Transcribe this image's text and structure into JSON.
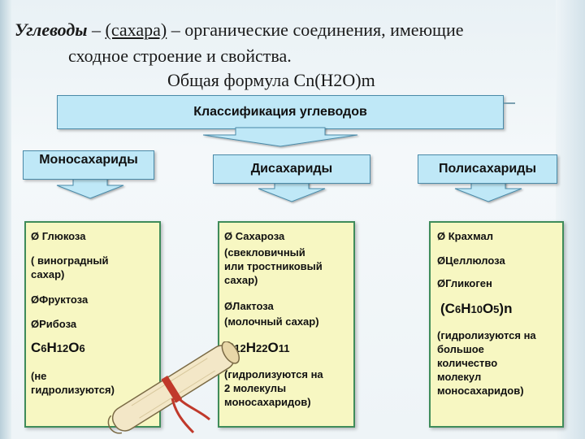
{
  "title": {
    "term": "Углеводы",
    "dash1": " – ",
    "paren": "(сахара)",
    "rest": " – органические соединения, имеющие",
    "line2": "сходное строение и свойства.",
    "line3": "Общая формула Cn(H2O)m"
  },
  "classification": {
    "label": "Классификация углеводов"
  },
  "categories": {
    "mono": "Моносахариды",
    "di": "Дисахариды",
    "poly": "Полисахариды"
  },
  "mono": {
    "b1": "Ø",
    "i1": "Глюкоза",
    "i1_note_1": "( виноградный",
    "i1_note_2": "сахар)",
    "i2": "ØФруктоза",
    "i3": "ØРибоза",
    "formula": [
      "C",
      "6",
      "H",
      "12",
      "O",
      "6"
    ],
    "note_1": "(не",
    "note_2": "гидролизуются)"
  },
  "di": {
    "b1": "Ø",
    "i1": "Сахароза",
    "i1_note_1": "(свекловичный",
    "i1_note_2": "или тростниковый",
    "i1_note_3": "сахар)",
    "i2": "ØЛактоза",
    "i2_note": "(молочный сахар)",
    "formula": [
      "C",
      "12",
      "H",
      "22",
      "O",
      "11"
    ],
    "note_1": "(гидролизуются на",
    "note_2": "2 молекулы",
    "note_3": "моносахаридов)"
  },
  "poly": {
    "b1": "Ø",
    "i1": "Крахмал",
    "i2": "ØЦеллюлоза",
    "i3": "ØГликоген",
    "formula": [
      "(C",
      "6",
      "H",
      "10",
      "O",
      "5",
      ")n"
    ],
    "note_1": "(гидролизуются на",
    "note_2": "большое",
    "note_3": "количество",
    "note_4": "молекул",
    "note_5": "моносахаридов)"
  },
  "colors": {
    "box_fill": "#bfe8f7",
    "card_fill": "#f7f7c2",
    "card_border": "#3f8c5a",
    "arrow": "#bfe8f7",
    "ribbon": "#c0392b"
  },
  "icons": [
    "scroll-icon",
    "arrow-down-icon"
  ]
}
